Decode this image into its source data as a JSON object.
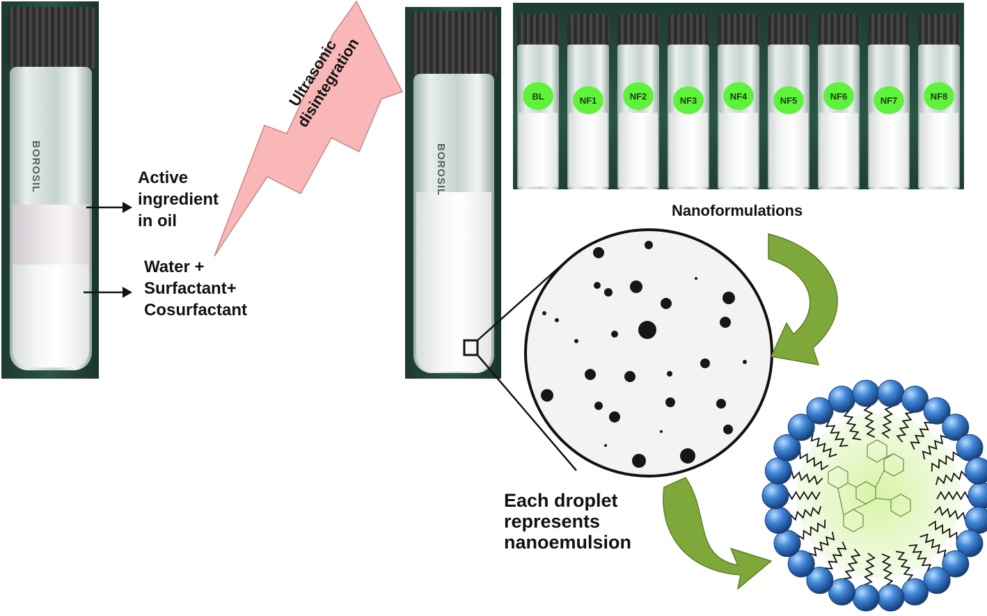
{
  "labels": {
    "active_ingredient": [
      "Active",
      "ingredient",
      "in oil"
    ],
    "water_mix": [
      "Water +",
      "Surfactant+",
      "Cosurfactant"
    ],
    "process": [
      "Ultrasonic",
      "disintegration"
    ],
    "nanoformulations": "Nanoformulations",
    "droplet_caption": [
      "Each droplet",
      "represents",
      "nanoemulsion"
    ]
  },
  "vials": [
    {
      "tag": "BL"
    },
    {
      "tag": "NF1"
    },
    {
      "tag": "NF2"
    },
    {
      "tag": "NF3"
    },
    {
      "tag": "NF4"
    },
    {
      "tag": "NF5"
    },
    {
      "tag": "NF6"
    },
    {
      "tag": "NF7"
    },
    {
      "tag": "NF8"
    }
  ],
  "vial_brand": "BOROSIL",
  "colors": {
    "bolt_fill": "#f9b7b7",
    "arrow_green": "#7fa83a",
    "label_green": "#5ff23a",
    "bead_blue": "#2f6fbf"
  }
}
